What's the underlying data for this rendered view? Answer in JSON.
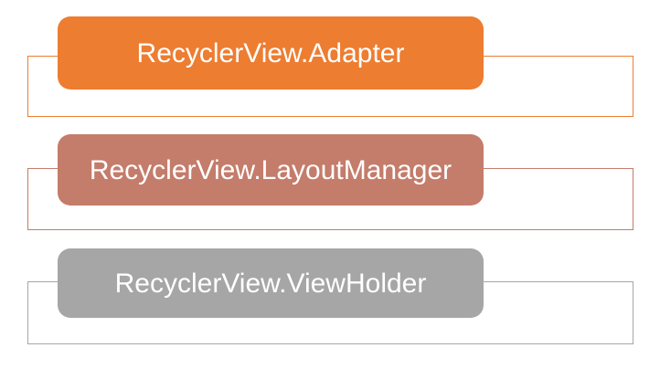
{
  "diagram": {
    "background_color": "#FFFFFF",
    "text_color": "#FFFFFF",
    "items": [
      {
        "label": "RecyclerView.Adapter",
        "fill": "#ED7D31",
        "border": "#ED7D31"
      },
      {
        "label": "RecyclerView.LayoutManager",
        "fill": "#C47C6B",
        "border": "#C47C6B"
      },
      {
        "label": "RecyclerView.ViewHolder",
        "fill": "#A6A6A6",
        "border": "#A6A6A6"
      }
    ]
  }
}
